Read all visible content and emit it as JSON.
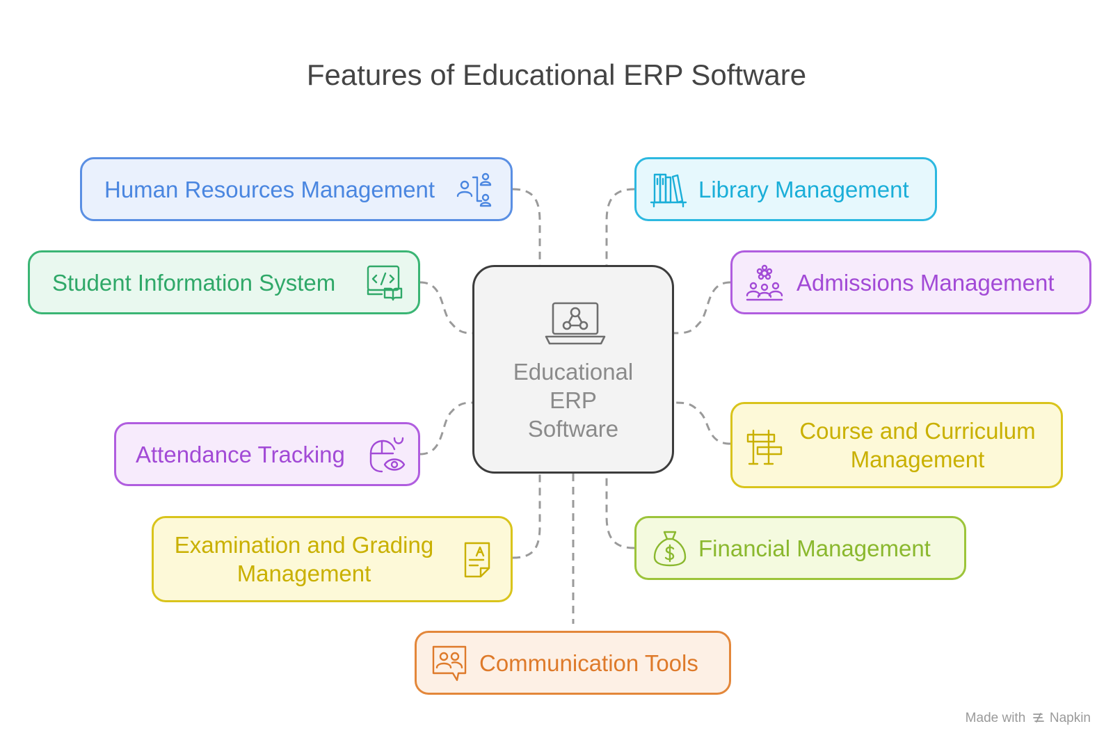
{
  "title": "Features of Educational ERP Software",
  "center": {
    "label": "Educational\nERP\nSoftware",
    "icon": "network-laptop-icon"
  },
  "features": [
    {
      "id": "hr",
      "label": "Human Resources Management",
      "icon": "org-people-icon",
      "color": "#4a86e0",
      "bg": "#eaf1fd",
      "border": "#5a8fe3"
    },
    {
      "id": "sis",
      "label": "Student Information System",
      "icon": "code-book-icon",
      "color": "#2fa868",
      "bg": "#e9f8ef",
      "border": "#3ab574"
    },
    {
      "id": "attendance",
      "label": "Attendance Tracking",
      "icon": "mouse-eye-icon",
      "color": "#a24ad6",
      "bg": "#f7ebfc",
      "border": "#b05ddf"
    },
    {
      "id": "exam",
      "label": "Examination and Grading Management",
      "icon": "graded-paper-icon",
      "color": "#c9b000",
      "bg": "#fdf9d8",
      "border": "#d9c41c"
    },
    {
      "id": "communication",
      "label": "Communication Tools",
      "icon": "chat-people-icon",
      "color": "#de7a2a",
      "bg": "#fdf0e5",
      "border": "#e3873a"
    },
    {
      "id": "library",
      "label": "Library Management",
      "icon": "bookshelf-icon",
      "color": "#1aaed8",
      "bg": "#e6f8fd",
      "border": "#2cb8e0"
    },
    {
      "id": "admissions",
      "label": "Admissions Management",
      "icon": "flower-people-icon",
      "color": "#a24ad6",
      "bg": "#f7ebfc",
      "border": "#b05ddf"
    },
    {
      "id": "course",
      "label": "Course and Curriculum Management",
      "icon": "signpost-icon",
      "color": "#c9b000",
      "bg": "#fdf9d8",
      "border": "#d9c41c"
    },
    {
      "id": "financial",
      "label": "Financial Management",
      "icon": "money-bag-icon",
      "color": "#8ab82e",
      "bg": "#f4fadf",
      "border": "#9cc43a"
    }
  ],
  "footer": {
    "made_with": "Made with",
    "brand": "Napkin"
  }
}
